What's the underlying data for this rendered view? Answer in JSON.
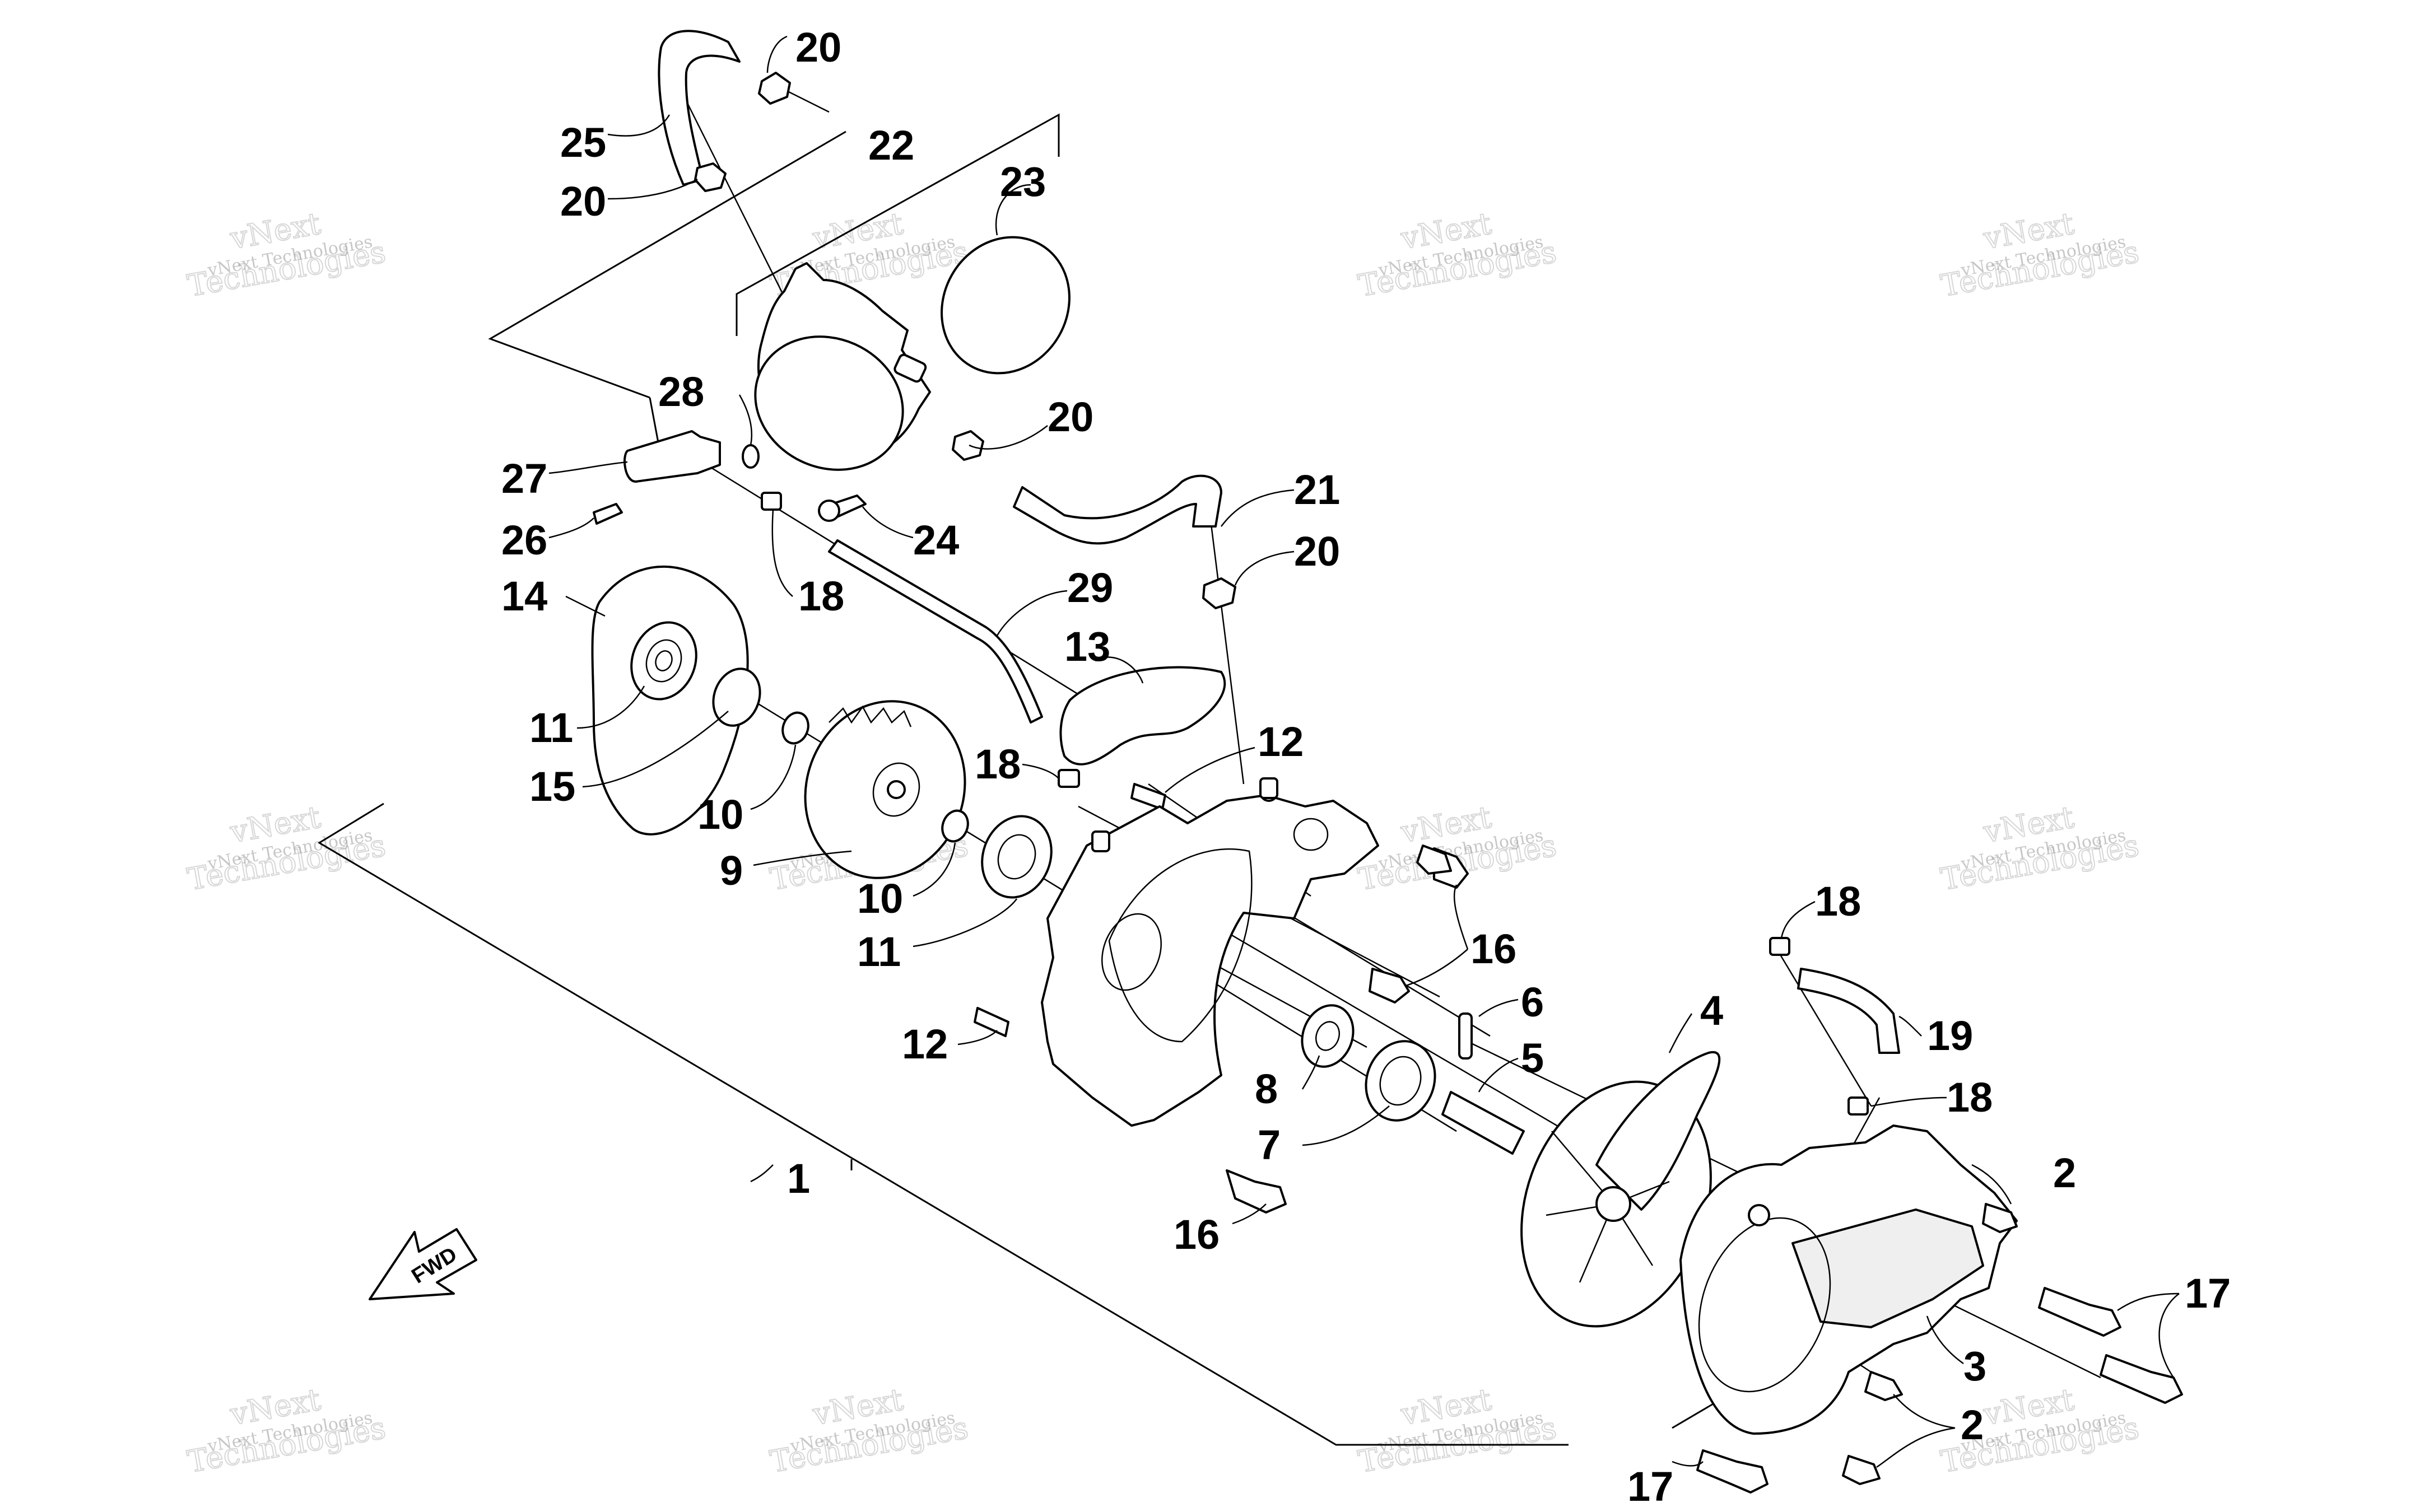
{
  "diagram": {
    "callouts": [
      "1",
      "2",
      "2",
      "3",
      "4",
      "5",
      "6",
      "7",
      "8",
      "9",
      "10",
      "10",
      "11",
      "11",
      "12",
      "12",
      "13",
      "14",
      "15",
      "16",
      "16",
      "17",
      "17",
      "18",
      "18",
      "18",
      "18",
      "19",
      "20",
      "20",
      "20",
      "20",
      "21",
      "22",
      "23",
      "24",
      "25",
      "26",
      "27",
      "28",
      "29"
    ],
    "labels": {
      "l1": "1",
      "l2a": "2",
      "l2b": "2",
      "l3": "3",
      "l4": "4",
      "l5": "5",
      "l6": "6",
      "l7": "7",
      "l8": "8",
      "l9": "9",
      "l10a": "10",
      "l10b": "10",
      "l11a": "11",
      "l11b": "11",
      "l12a": "12",
      "l12b": "12",
      "l13": "13",
      "l14": "14",
      "l15": "15",
      "l16a": "16",
      "l16b": "16",
      "l17a": "17",
      "l17b": "17",
      "l18a": "18",
      "l18b": "18",
      "l18c": "18",
      "l18d": "18",
      "l19": "19",
      "l20a": "20",
      "l20b": "20",
      "l20c": "20",
      "l20d": "20",
      "l21": "21",
      "l22": "22",
      "l23": "23",
      "l24": "24",
      "l25": "25",
      "l26": "26",
      "l27": "27",
      "l28": "28",
      "l29": "29"
    },
    "fwd_label": "FWD"
  },
  "watermark": {
    "small": "vNext Technologies",
    "big_top": "vNext",
    "big_bottom": "Technologies"
  }
}
